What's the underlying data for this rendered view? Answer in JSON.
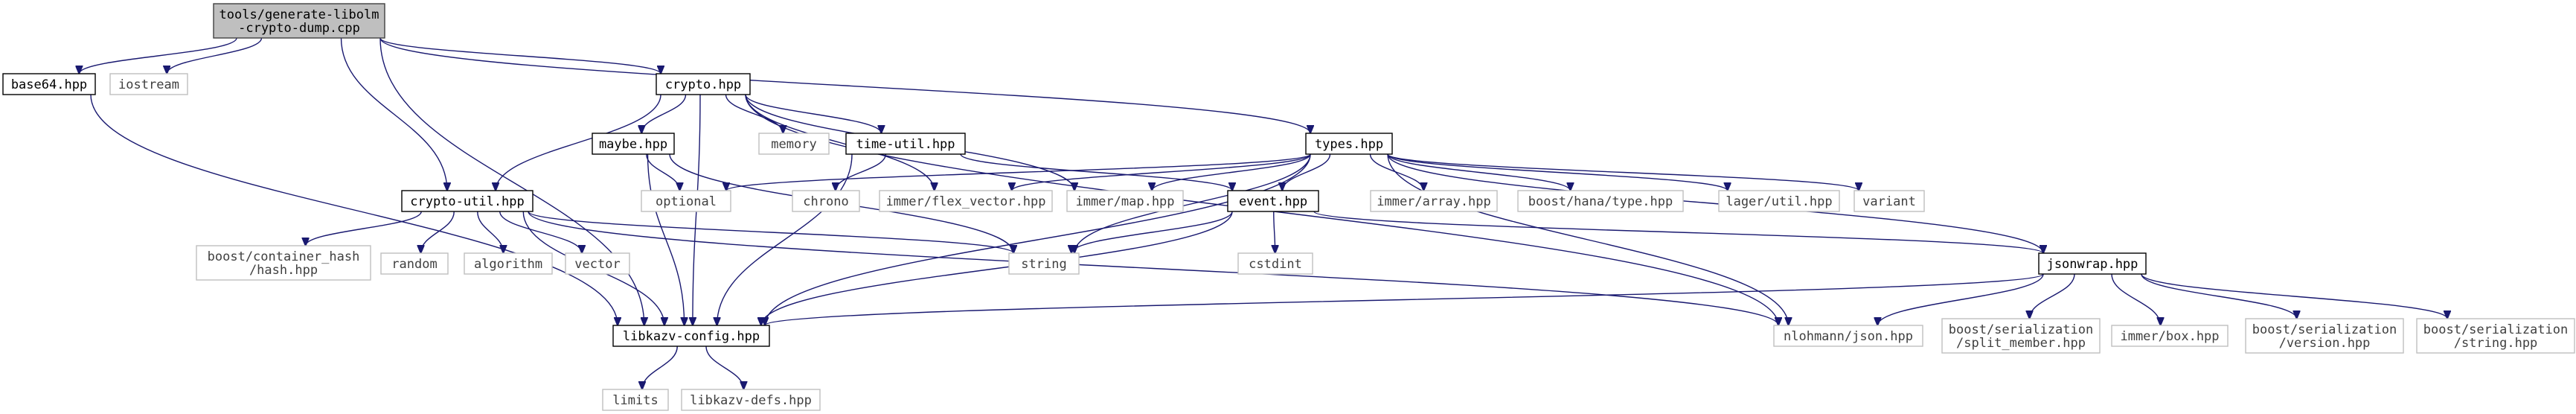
{
  "graph": {
    "nodes": [
      {
        "id": "root",
        "label": [
          "tools/generate-libolm",
          "-crypto-dump.cpp"
        ],
        "kind": "root"
      },
      {
        "id": "base64",
        "label": [
          "base64.hpp"
        ],
        "kind": "internal"
      },
      {
        "id": "iostream",
        "label": [
          "iostream"
        ],
        "kind": "external"
      },
      {
        "id": "crypto",
        "label": [
          "crypto.hpp"
        ],
        "kind": "internal"
      },
      {
        "id": "types",
        "label": [
          "types.hpp"
        ],
        "kind": "internal"
      },
      {
        "id": "cryptoutil",
        "label": [
          "crypto-util.hpp"
        ],
        "kind": "internal"
      },
      {
        "id": "maybe",
        "label": [
          "maybe.hpp"
        ],
        "kind": "internal"
      },
      {
        "id": "memory",
        "label": [
          "memory"
        ],
        "kind": "external"
      },
      {
        "id": "timeutil",
        "label": [
          "time-util.hpp"
        ],
        "kind": "internal"
      },
      {
        "id": "optional",
        "label": [
          "optional"
        ],
        "kind": "external"
      },
      {
        "id": "chrono",
        "label": [
          "chrono"
        ],
        "kind": "external"
      },
      {
        "id": "flexvector",
        "label": [
          "immer/flex_vector.hpp"
        ],
        "kind": "external"
      },
      {
        "id": "immermap",
        "label": [
          "immer/map.hpp"
        ],
        "kind": "external"
      },
      {
        "id": "event",
        "label": [
          "event.hpp"
        ],
        "kind": "internal"
      },
      {
        "id": "immerarray",
        "label": [
          "immer/array.hpp"
        ],
        "kind": "external"
      },
      {
        "id": "hanatype",
        "label": [
          "boost/hana/type.hpp"
        ],
        "kind": "external"
      },
      {
        "id": "lagerutil",
        "label": [
          "lager/util.hpp"
        ],
        "kind": "external"
      },
      {
        "id": "variant",
        "label": [
          "variant"
        ],
        "kind": "external"
      },
      {
        "id": "containerhash",
        "label": [
          "boost/container_hash",
          "/hash.hpp"
        ],
        "kind": "external"
      },
      {
        "id": "random",
        "label": [
          "random"
        ],
        "kind": "external"
      },
      {
        "id": "algorithm",
        "label": [
          "algorithm"
        ],
        "kind": "external"
      },
      {
        "id": "vector",
        "label": [
          "vector"
        ],
        "kind": "external"
      },
      {
        "id": "string",
        "label": [
          "string"
        ],
        "kind": "external"
      },
      {
        "id": "cstdint",
        "label": [
          "cstdint"
        ],
        "kind": "external"
      },
      {
        "id": "jsonwrap",
        "label": [
          "jsonwrap.hpp"
        ],
        "kind": "internal"
      },
      {
        "id": "libkazvconfig",
        "label": [
          "libkazv-config.hpp"
        ],
        "kind": "internal"
      },
      {
        "id": "nlohmann",
        "label": [
          "nlohmann/json.hpp"
        ],
        "kind": "external"
      },
      {
        "id": "splitmember",
        "label": [
          "boost/serialization",
          "/split_member.hpp"
        ],
        "kind": "external"
      },
      {
        "id": "immerbox",
        "label": [
          "immer/box.hpp"
        ],
        "kind": "external"
      },
      {
        "id": "serversion",
        "label": [
          "boost/serialization",
          "/version.hpp"
        ],
        "kind": "external"
      },
      {
        "id": "serstring",
        "label": [
          "boost/serialization",
          "/string.hpp"
        ],
        "kind": "external"
      },
      {
        "id": "limits",
        "label": [
          "limits"
        ],
        "kind": "external"
      },
      {
        "id": "libkazvdefs",
        "label": [
          "libkazv-defs.hpp"
        ],
        "kind": "external"
      }
    ],
    "edges": [
      [
        "root",
        "base64"
      ],
      [
        "root",
        "iostream"
      ],
      [
        "root",
        "crypto"
      ],
      [
        "root",
        "types"
      ],
      [
        "root",
        "cryptoutil"
      ],
      [
        "root",
        "libkazvconfig"
      ],
      [
        "base64",
        "libkazvconfig"
      ],
      [
        "crypto",
        "maybe"
      ],
      [
        "crypto",
        "memory"
      ],
      [
        "crypto",
        "timeutil"
      ],
      [
        "crypto",
        "cryptoutil"
      ],
      [
        "crypto",
        "libkazvconfig"
      ],
      [
        "crypto",
        "flexvector"
      ],
      [
        "crypto",
        "immermap"
      ],
      [
        "crypto",
        "nlohmann"
      ],
      [
        "maybe",
        "optional"
      ],
      [
        "maybe",
        "string"
      ],
      [
        "maybe",
        "libkazvconfig"
      ],
      [
        "timeutil",
        "chrono"
      ],
      [
        "timeutil",
        "event"
      ],
      [
        "timeutil",
        "libkazvconfig"
      ],
      [
        "types",
        "optional"
      ],
      [
        "types",
        "flexvector"
      ],
      [
        "types",
        "immermap"
      ],
      [
        "types",
        "event"
      ],
      [
        "types",
        "immerarray"
      ],
      [
        "types",
        "hanatype"
      ],
      [
        "types",
        "lagerutil"
      ],
      [
        "types",
        "variant"
      ],
      [
        "types",
        "string"
      ],
      [
        "types",
        "jsonwrap"
      ],
      [
        "types",
        "nlohmann"
      ],
      [
        "types",
        "libkazvconfig"
      ],
      [
        "cryptoutil",
        "containerhash"
      ],
      [
        "cryptoutil",
        "random"
      ],
      [
        "cryptoutil",
        "algorithm"
      ],
      [
        "cryptoutil",
        "vector"
      ],
      [
        "cryptoutil",
        "string"
      ],
      [
        "cryptoutil",
        "libkazvconfig"
      ],
      [
        "cryptoutil",
        "nlohmann"
      ],
      [
        "event",
        "string"
      ],
      [
        "event",
        "cstdint"
      ],
      [
        "event",
        "jsonwrap"
      ],
      [
        "event",
        "libkazvconfig"
      ],
      [
        "jsonwrap",
        "nlohmann"
      ],
      [
        "jsonwrap",
        "splitmember"
      ],
      [
        "jsonwrap",
        "immerbox"
      ],
      [
        "jsonwrap",
        "serversion"
      ],
      [
        "jsonwrap",
        "serstring"
      ],
      [
        "jsonwrap",
        "libkazvconfig"
      ],
      [
        "libkazvconfig",
        "limits"
      ],
      [
        "libkazvconfig",
        "libkazvdefs"
      ]
    ]
  },
  "colors": {
    "edge": "#191970",
    "root_fill": "#bfbfbf",
    "internal_border": "#000000",
    "external_border": "#bfbfbf"
  }
}
